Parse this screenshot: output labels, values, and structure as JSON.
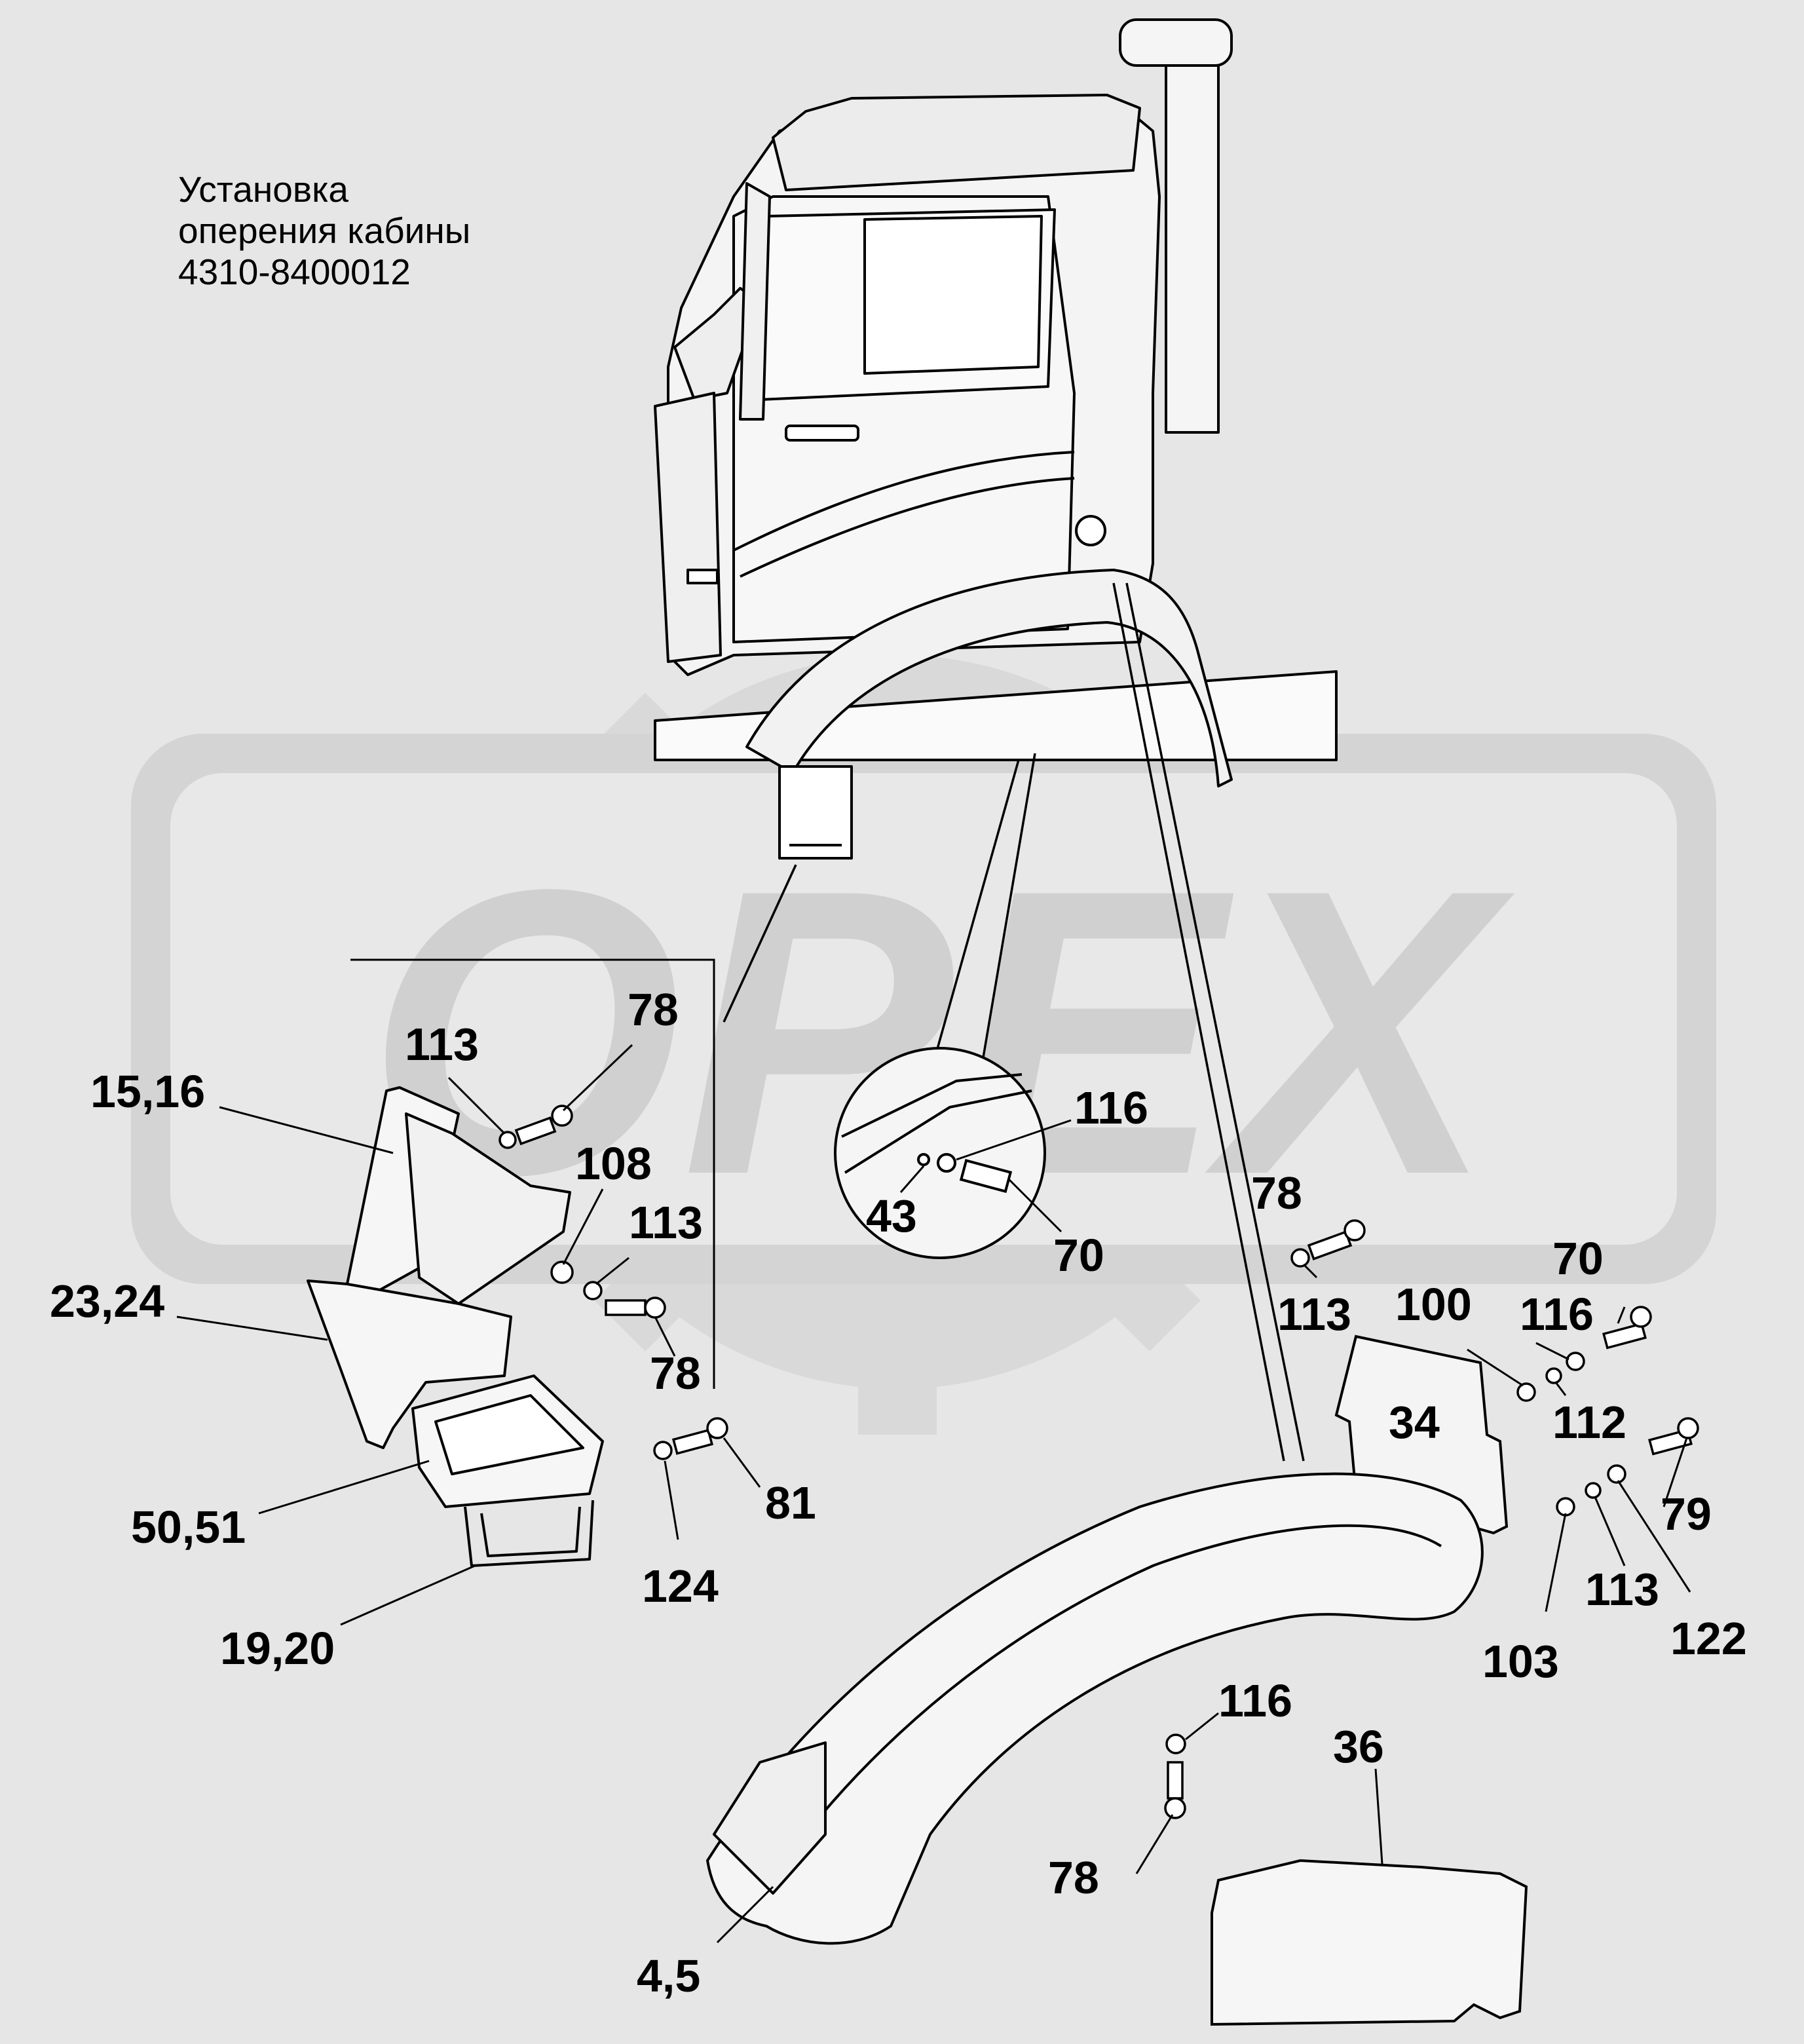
{
  "title": {
    "line1": "Установка",
    "line2": "оперения кабины",
    "line3": "4310-8400012"
  },
  "watermark": {
    "text": "OPEX",
    "color": "#d2d2d2"
  },
  "colors": {
    "background": "#e6e6e6",
    "line": "#000000",
    "part_fill": "#f4f4f4"
  },
  "callouts": {
    "c_113_a": "113",
    "c_78_a": "78",
    "c_15_16": "15,16",
    "c_108": "108",
    "c_113_b": "113",
    "c_23_24": "23,24",
    "c_78_b": "78",
    "c_50_51": "50,51",
    "c_81": "81",
    "c_124": "124",
    "c_19_20": "19,20",
    "c_116_a": "116",
    "c_43": "43",
    "c_70_a": "70",
    "c_78_c": "78",
    "c_113_c": "113",
    "c_100": "100",
    "c_116_b": "116",
    "c_70_b": "70",
    "c_112": "112",
    "c_34": "34",
    "c_79": "79",
    "c_113_d": "113",
    "c_103": "103",
    "c_122": "122",
    "c_116_c": "116",
    "c_36": "36",
    "c_78_d": "78",
    "c_4_5": "4,5"
  }
}
